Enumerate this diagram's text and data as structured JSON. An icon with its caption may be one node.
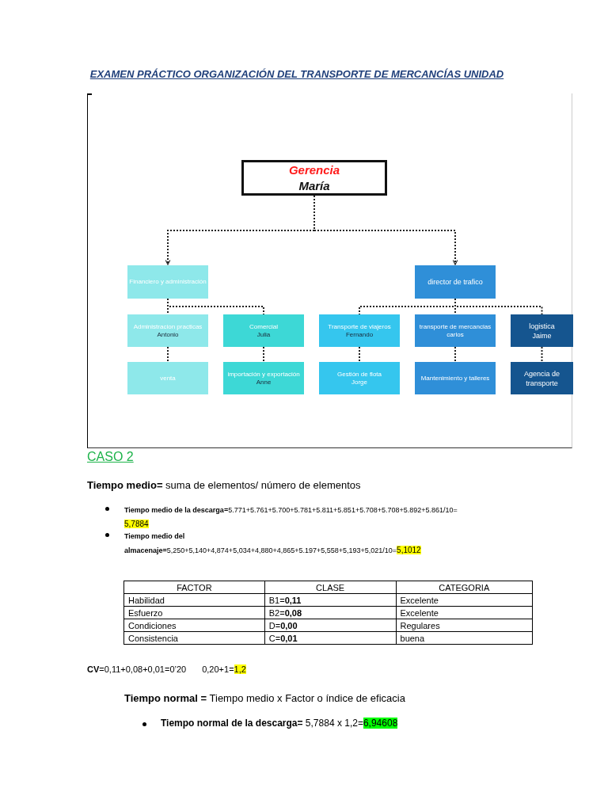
{
  "diagram": {
    "title": "EXAMEN PRÁCTICO ORGANIZACIÓN DEL TRANSPORTE DE MERCANCÍAS UNIDAD",
    "nodes": [
      {
        "text": [
          "Gerencia",
          "María"
        ]
      },
      {
        "text": [
          "Financiero y administración"
        ]
      },
      {
        "text": [
          "director de trafico"
        ]
      },
      {
        "text": [
          "Administracion practicas",
          "Antonio"
        ]
      },
      {
        "text": [
          "Comercial",
          "Julia"
        ]
      },
      {
        "text": [
          "venta"
        ]
      },
      {
        "text": [
          "importación y exportación",
          "Anne"
        ]
      },
      {
        "text": [
          "Transporte de viajeros",
          "Fernando"
        ]
      },
      {
        "text": [
          "transporte de mercancias",
          "carlos"
        ]
      },
      {
        "text": [
          "logistica",
          "Jaime"
        ]
      },
      {
        "text": [
          "Gestión de flota",
          "Jorge"
        ]
      },
      {
        "text": [
          "Mantenimiento y talleres"
        ]
      },
      {
        "text": [
          "Agencia de transporte"
        ]
      }
    ],
    "edges": [
      {
        "from": 0,
        "to": 1,
        "arrow": "to",
        "style": "dashed"
      },
      {
        "from": 0,
        "to": 2,
        "arrow": "to",
        "style": "dashed"
      },
      {
        "from": 1,
        "to": 3,
        "arrow": "none",
        "style": "dashed"
      },
      {
        "from": 1,
        "to": 4,
        "arrow": "none",
        "style": "dashed"
      },
      {
        "from": 3,
        "to": 5,
        "arrow": "none",
        "style": "dashed"
      },
      {
        "from": 4,
        "to": 6,
        "arrow": "none",
        "style": "dashed"
      },
      {
        "from": 2,
        "to": 7,
        "arrow": "none",
        "style": "dashed"
      },
      {
        "from": 2,
        "to": 8,
        "arrow": "none",
        "style": "dashed"
      },
      {
        "from": 2,
        "to": 9,
        "arrow": "none",
        "style": "dashed"
      },
      {
        "from": 7,
        "to": 10,
        "arrow": "none",
        "style": "dashed"
      },
      {
        "from": 8,
        "to": 11,
        "arrow": "none",
        "style": "dashed"
      },
      {
        "from": 9,
        "to": 12,
        "arrow": "none",
        "style": "dashed"
      }
    ],
    "labels": [
      "CASO 2",
      "**Tiempo medio=** suma de elementos/ número de elementos",
      "**Tiempo medio de la descarga=**5.771+5.761+5.700+5.781+5.811+5.851+5.708+5.708+5.892+5.861/10=",
      "5,7884",
      "**Tiempo medio del almacenaje=**5,250+5,140+4,874+5,034+4,880+4,865+5.197+5,558+5,193+5,021/10=",
      "5,1012",
      "FACTOR",
      "CLASE",
      "CATEGORIA",
      "Habilidad",
      "B1=**0,11**",
      "Excelente",
      "Esfuerzo",
      "B2=**0,08**",
      "Excelente",
      "Condiciones",
      "D=**0,00**",
      "Regulares",
      "Consistencia",
      "C=**0,01**",
      "buena",
      "**CV**=0,11+0,08+0,01=0’20",
      "0,20+1=",
      "1,2",
      "**Tiempo normal =** Tiempo medio x  Factor o índice de eficacia",
      "**Tiempo normal de la descarga=** 5,7884 x 1,2=",
      "6,94608"
    ]
  }
}
